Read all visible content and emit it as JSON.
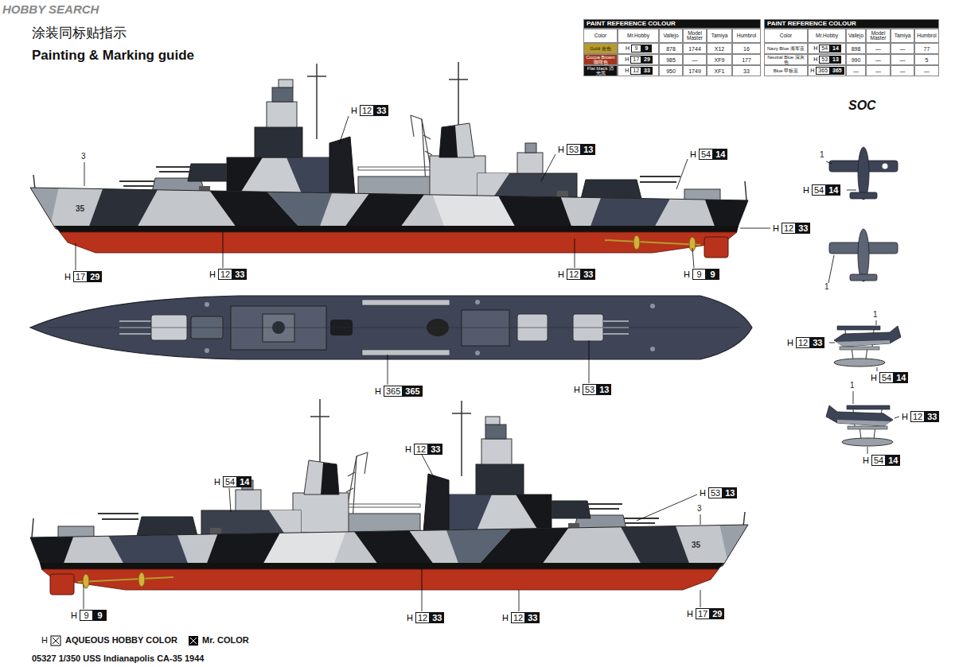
{
  "diagram": {
    "title": "Painting & Marking guide",
    "caption": "05327 1/350 USS Indianapolis CA-35 1944",
    "labels": [
      "HOBBY SEARCH",
      "涂装同标贴指示",
      "PAINT REFERENCE COLOUR",
      "Color",
      "Mr.Hobby",
      "Vallejo",
      "Model Master",
      "Tamiya",
      "Humbrol",
      "Gold 金色",
      "H",
      "9",
      "9",
      "878",
      "1744",
      "X12",
      "16",
      "Cocoa Brown 咖啡色",
      "H",
      "17",
      "29",
      "985",
      "—",
      "XF9",
      "177",
      "Flat black 消光黑",
      "H",
      "12",
      "33",
      "950",
      "1749",
      "XF1",
      "33",
      "PAINT REFERENCE COLOUR",
      "Color",
      "Mr.Hobby",
      "Vallejo",
      "Model Master",
      "Tamiya",
      "Humbrol",
      "Navy Blue 海军蓝",
      "H",
      "54",
      "14",
      "898",
      "—",
      "—",
      "77",
      "Neutral Blue 深灰色",
      "H",
      "53",
      "13",
      "990",
      "—",
      "—",
      "5",
      "Blue 甲板蓝",
      "H",
      "365",
      "365",
      "—",
      "—",
      "—",
      "—",
      "SOC",
      "3",
      "H",
      "12",
      "33",
      "H",
      "53",
      "13",
      "H",
      "54",
      "14",
      "35",
      "H",
      "12",
      "33",
      "H",
      "17",
      "29",
      "H",
      "12",
      "33",
      "H",
      "12",
      "33",
      "H",
      "9",
      "9",
      "H",
      "365",
      "365",
      "H",
      "53",
      "13",
      "H",
      "54",
      "14",
      "H",
      "12",
      "33",
      "H",
      "53",
      "13",
      "3",
      "35",
      "H",
      "9",
      "9",
      "H",
      "12",
      "33",
      "H",
      "12",
      "33",
      "H",
      "17",
      "29",
      "1",
      "H",
      "54",
      "14",
      "1",
      "1",
      "H",
      "12",
      "33",
      "H",
      "54",
      "14",
      "1",
      "H",
      "12",
      "33",
      "H",
      "54",
      "14",
      "H"
    ],
    "legend": [
      {
        "text": "AQUEOUS HOBBY COLOR"
      },
      {
        "text": "Mr. COLOR"
      }
    ]
  }
}
